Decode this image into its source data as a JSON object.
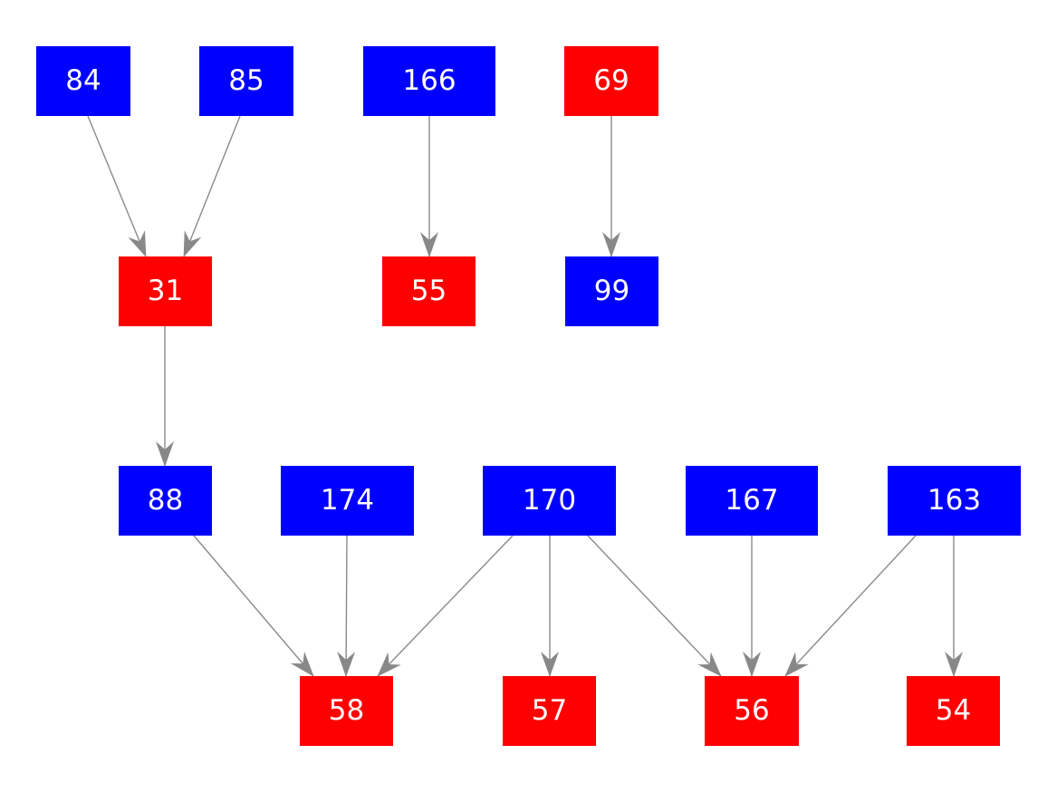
{
  "diagram": {
    "type": "directed-graph",
    "background_color": "#ffffff",
    "colors": {
      "blue_node": "#0000ff",
      "red_node": "#ff0000",
      "edge": "#8a8a8a",
      "arrowhead": "#888888",
      "label_text": "#ffffff"
    },
    "nodes": [
      {
        "id": "84",
        "label": "84",
        "color": "blue",
        "row": 1
      },
      {
        "id": "85",
        "label": "85",
        "color": "blue",
        "row": 1
      },
      {
        "id": "166",
        "label": "166",
        "color": "blue",
        "row": 1
      },
      {
        "id": "69",
        "label": "69",
        "color": "red",
        "row": 1
      },
      {
        "id": "31",
        "label": "31",
        "color": "red",
        "row": 2
      },
      {
        "id": "55",
        "label": "55",
        "color": "red",
        "row": 2
      },
      {
        "id": "99",
        "label": "99",
        "color": "blue",
        "row": 2
      },
      {
        "id": "88",
        "label": "88",
        "color": "blue",
        "row": 3
      },
      {
        "id": "174",
        "label": "174",
        "color": "blue",
        "row": 3
      },
      {
        "id": "170",
        "label": "170",
        "color": "blue",
        "row": 3
      },
      {
        "id": "167",
        "label": "167",
        "color": "blue",
        "row": 3
      },
      {
        "id": "163",
        "label": "163",
        "color": "blue",
        "row": 3
      },
      {
        "id": "58",
        "label": "58",
        "color": "red",
        "row": 4
      },
      {
        "id": "57",
        "label": "57",
        "color": "red",
        "row": 4
      },
      {
        "id": "56",
        "label": "56",
        "color": "red",
        "row": 4
      },
      {
        "id": "54",
        "label": "54",
        "color": "red",
        "row": 4
      }
    ],
    "edges": [
      {
        "from": "84",
        "to": "31"
      },
      {
        "from": "85",
        "to": "31"
      },
      {
        "from": "166",
        "to": "55"
      },
      {
        "from": "69",
        "to": "99"
      },
      {
        "from": "31",
        "to": "88"
      },
      {
        "from": "88",
        "to": "58"
      },
      {
        "from": "174",
        "to": "58"
      },
      {
        "from": "170",
        "to": "58"
      },
      {
        "from": "170",
        "to": "57"
      },
      {
        "from": "170",
        "to": "56"
      },
      {
        "from": "167",
        "to": "56"
      },
      {
        "from": "163",
        "to": "56"
      },
      {
        "from": "163",
        "to": "54"
      }
    ]
  }
}
